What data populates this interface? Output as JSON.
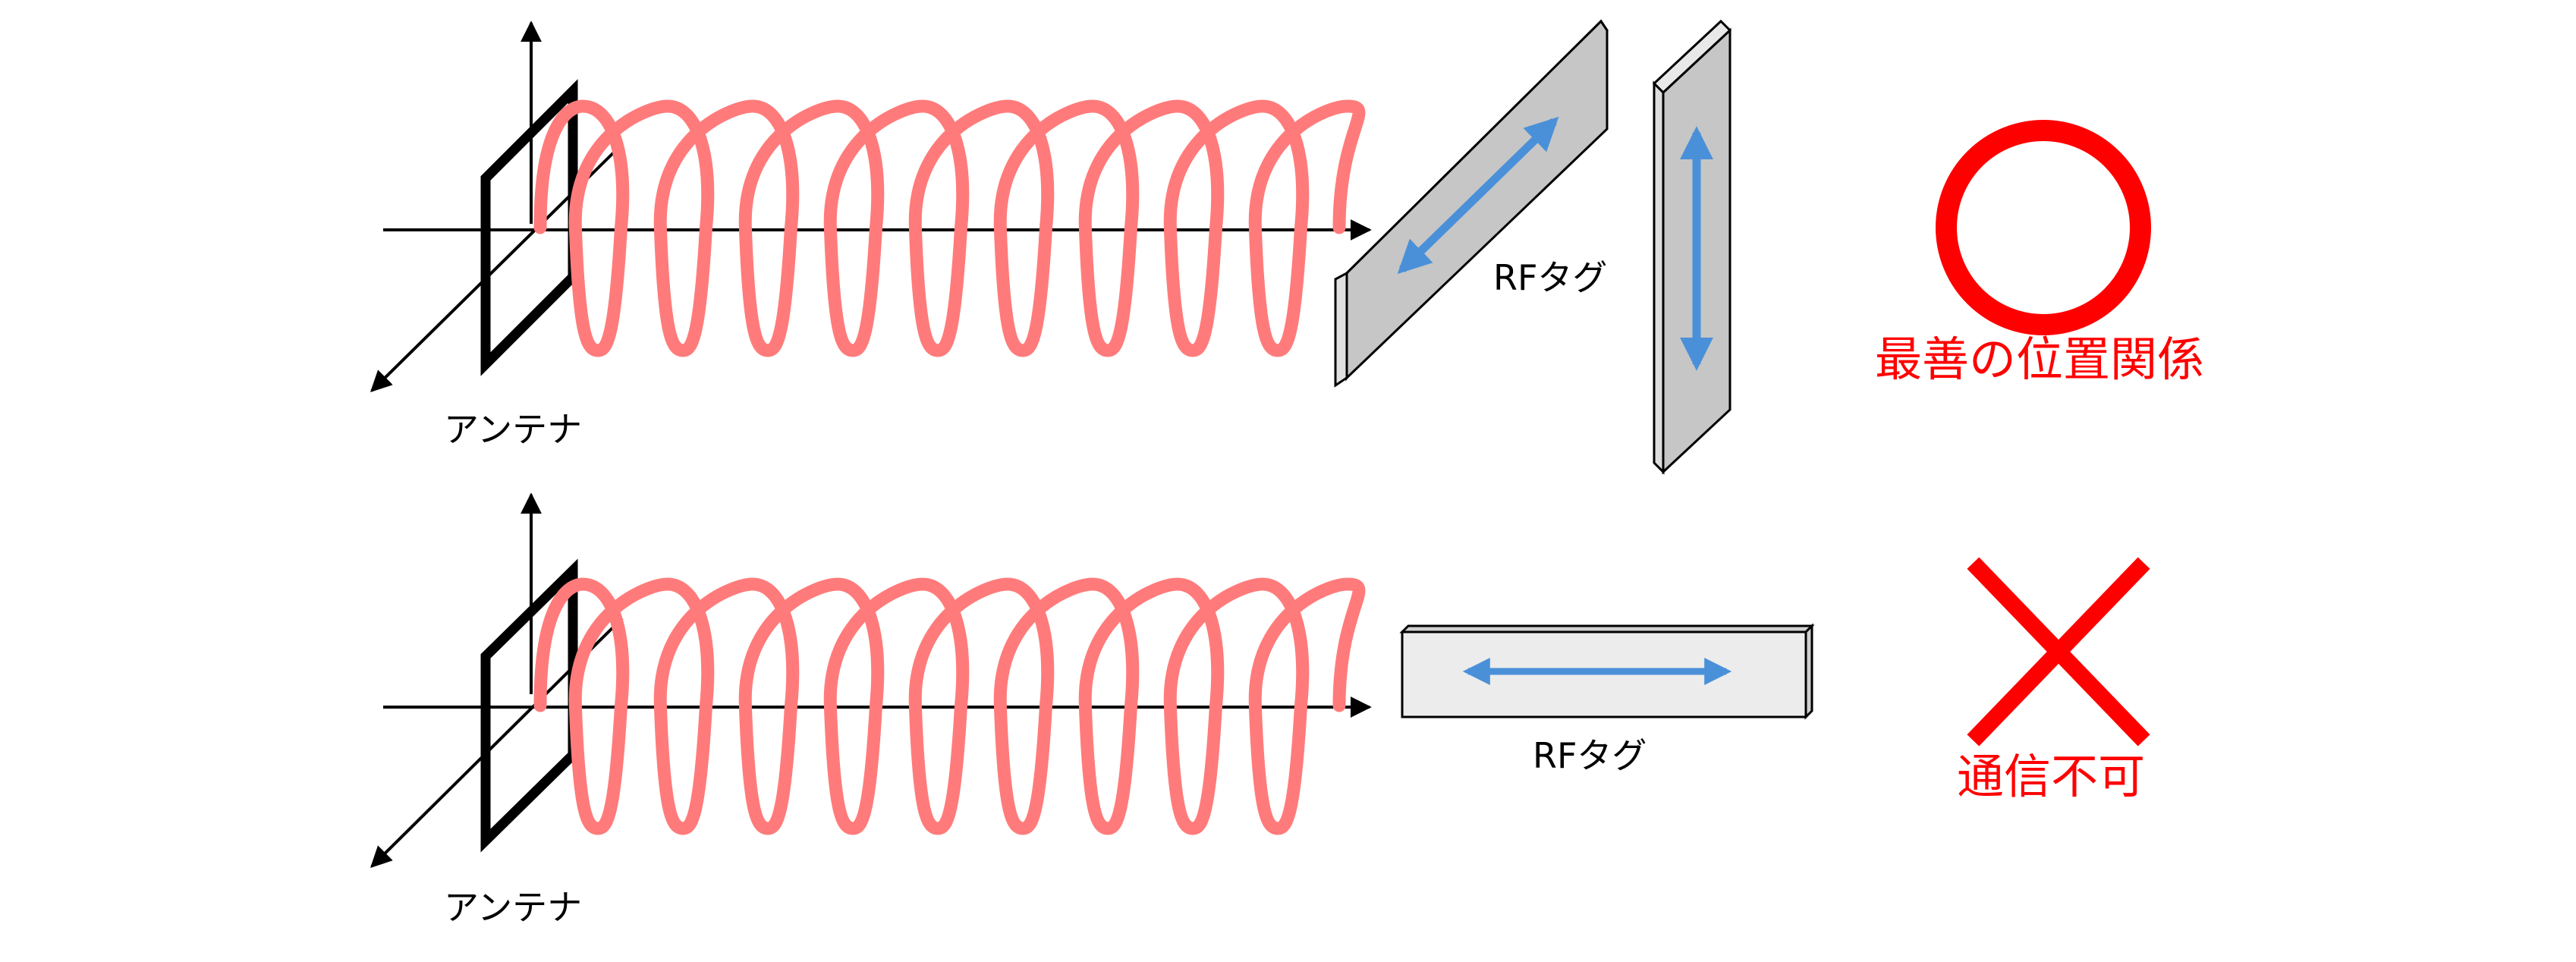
{
  "colors": {
    "wave": "#ff7b7b",
    "tag_arrow": "#4a90d9",
    "good": "#ff0000",
    "bad": "#ff0000",
    "axis": "#000000",
    "tag_face_top": "#c8c8c8",
    "tag_face_bottom": "#efefef"
  },
  "top_scene": {
    "antenna_label": "アンテナ",
    "tag_label": "RFタグ",
    "verdict_symbol": "circle",
    "verdict_text": "最善の位置関係"
  },
  "bottom_scene": {
    "antenna_label": "アンテナ",
    "tag_label": "RFタグ",
    "verdict_symbol": "cross",
    "verdict_text": "通信不可"
  }
}
